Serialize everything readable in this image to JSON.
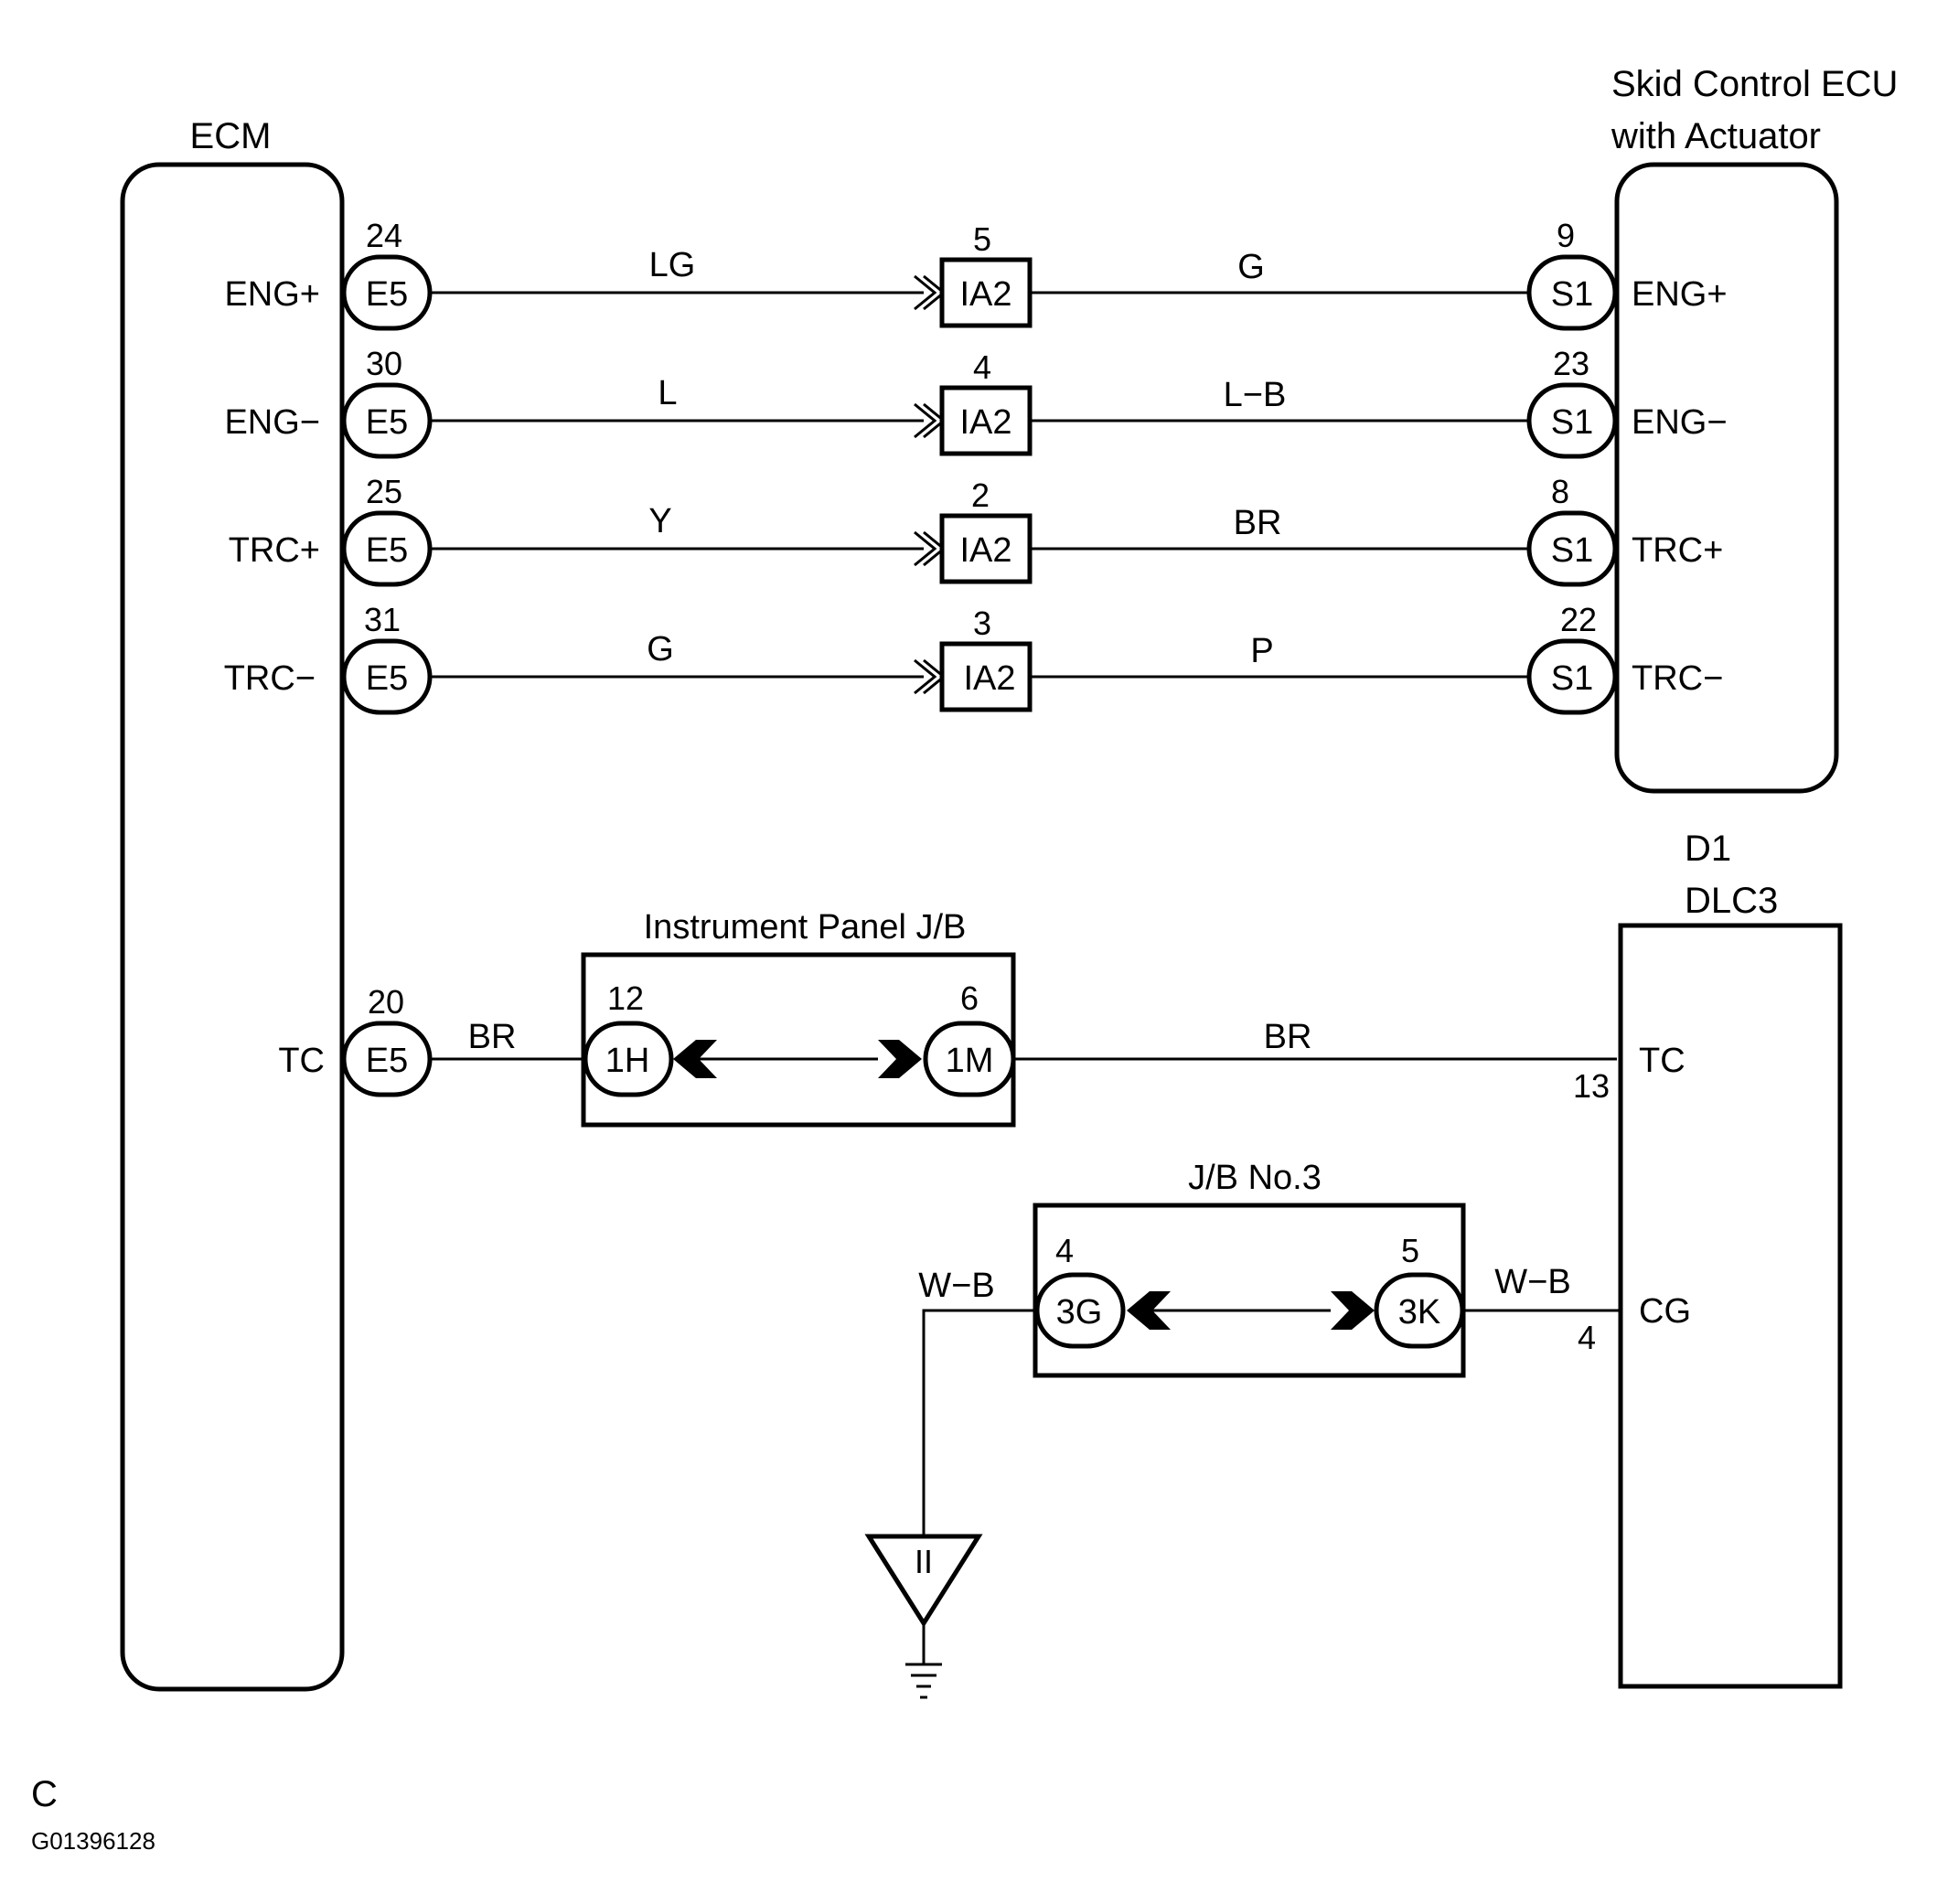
{
  "ecm": {
    "title": "ECM"
  },
  "skid_ecu": {
    "title_line1": "Skid Control ECU",
    "title_line2": "with Actuator"
  },
  "signal_rows": [
    {
      "signal": "ENG+",
      "ecm_pin": "24",
      "ecm_connector": "E5",
      "wire_left": "LG",
      "ia_pin": "5",
      "ia_connector": "IA2",
      "wire_right": "G",
      "ecu_pin": "9",
      "ecu_connector": "S1"
    },
    {
      "signal": "ENG−",
      "ecm_pin": "30",
      "ecm_connector": "E5",
      "wire_left": "L",
      "ia_pin": "4",
      "ia_connector": "IA2",
      "wire_right": "L−B",
      "ecu_pin": "23",
      "ecu_connector": "S1"
    },
    {
      "signal": "TRC+",
      "ecm_pin": "25",
      "ecm_connector": "E5",
      "wire_left": "Y",
      "ia_pin": "2",
      "ia_connector": "IA2",
      "wire_right": "BR",
      "ecu_pin": "8",
      "ecu_connector": "S1"
    },
    {
      "signal": "TRC−",
      "ecm_pin": "31",
      "ecm_connector": "E5",
      "wire_left": "G",
      "ia_pin": "3",
      "ia_connector": "IA2",
      "wire_right": "P",
      "ecu_pin": "22",
      "ecu_connector": "S1"
    }
  ],
  "tc_row": {
    "signal": "TC",
    "ecm_pin": "20",
    "ecm_connector": "E5",
    "wire_left": "BR",
    "jb_title": "Instrument Panel J/B",
    "jb_left_pin": "12",
    "jb_left_connector": "1H",
    "jb_right_pin": "6",
    "jb_right_connector": "1M",
    "wire_right": "BR"
  },
  "dlc": {
    "title_line1": "D1",
    "title_line2": "DLC3",
    "tc_label": "TC",
    "tc_pin": "13",
    "cg_label": "CG",
    "cg_pin": "4"
  },
  "cg_row": {
    "jb_title": "J/B No.3",
    "jb_left_pin": "4",
    "jb_left_connector": "3G",
    "jb_right_pin": "5",
    "jb_right_connector": "3K",
    "wire_left": "W−B",
    "wire_right": "W−B",
    "ground_label": "II"
  },
  "footer": {
    "letter": "C",
    "code": "G01396128"
  }
}
